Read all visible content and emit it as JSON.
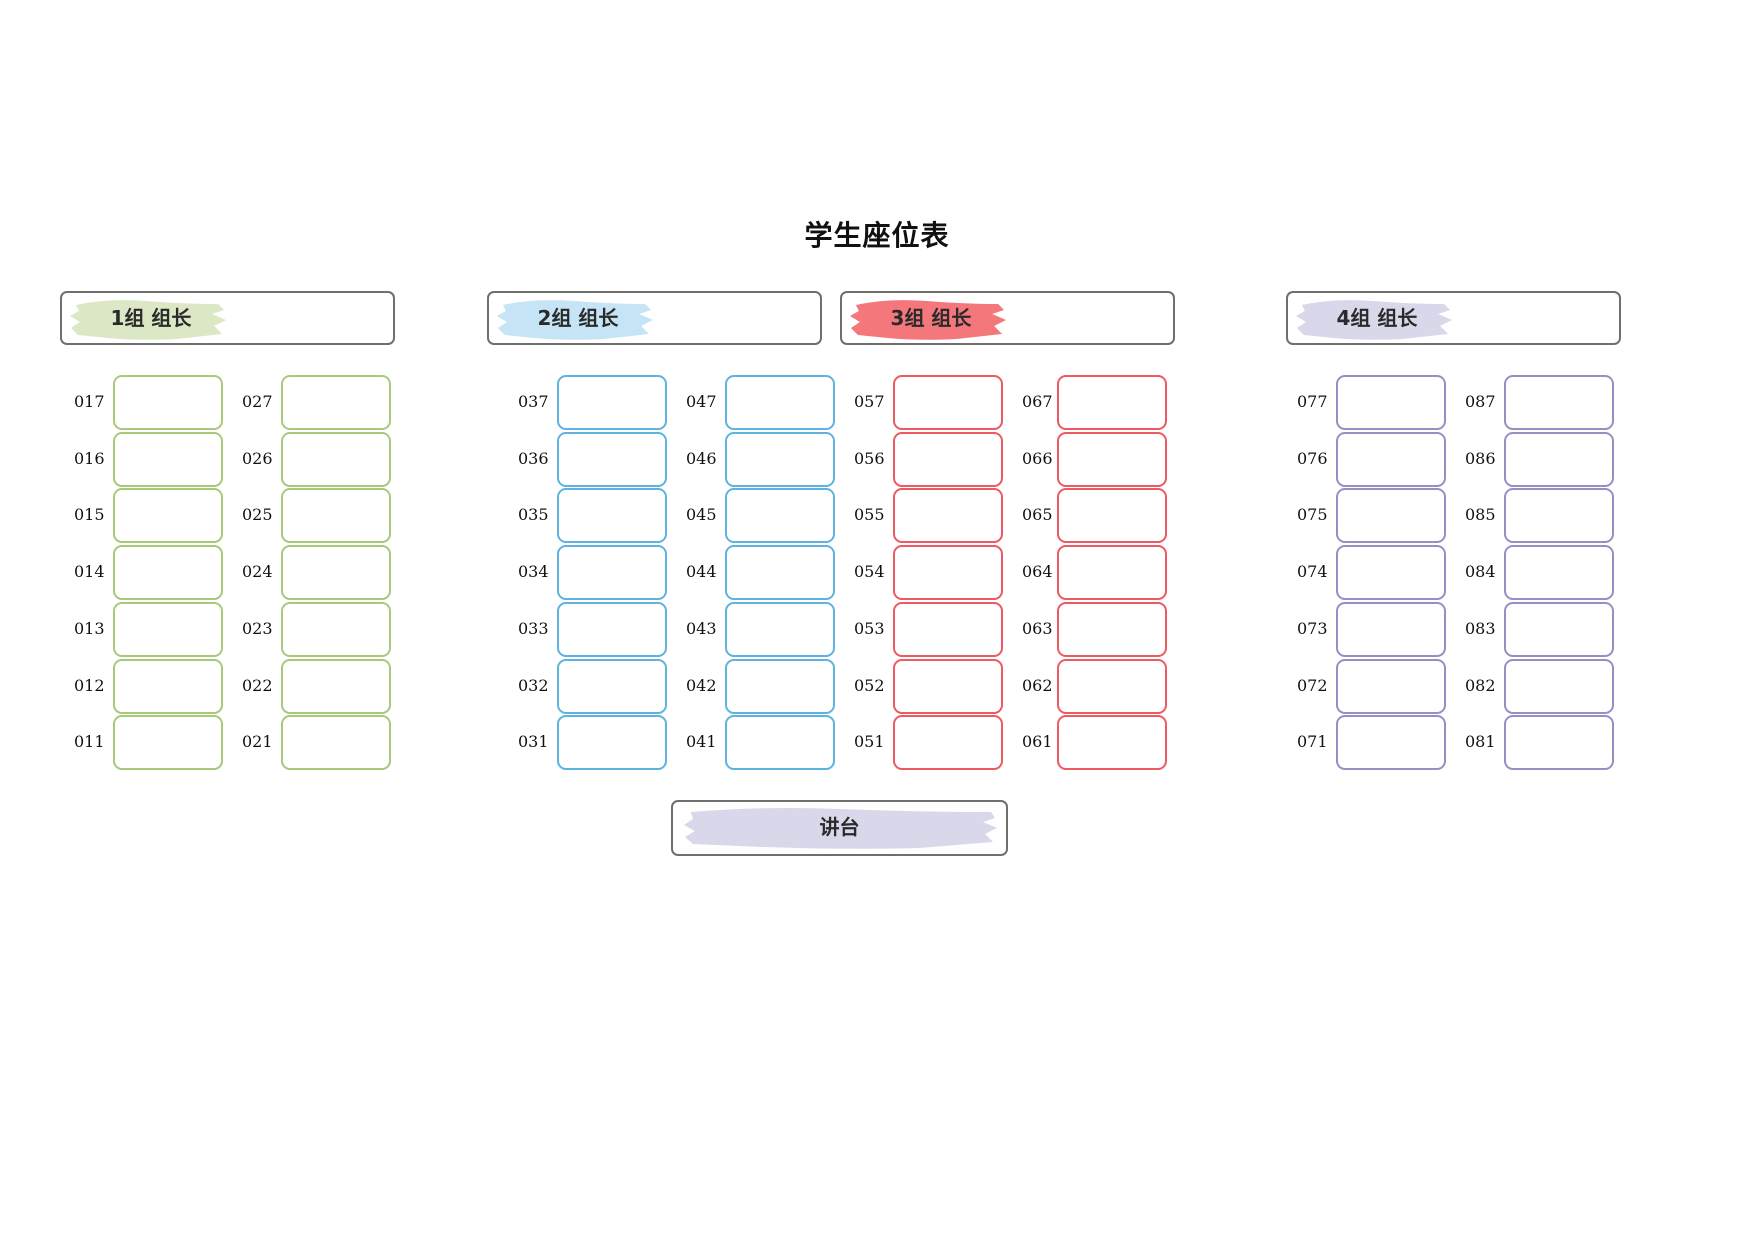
{
  "title": "学生座位表",
  "podium": {
    "label": "讲台",
    "color": "#d9d8ea"
  },
  "groups": [
    {
      "label": "1组 组长",
      "color": "#a8c97a",
      "brush_color": "#dce8c5",
      "columns": [
        {
          "seats": [
            "017",
            "016",
            "015",
            "014",
            "013",
            "012",
            "011"
          ]
        },
        {
          "seats": [
            "027",
            "026",
            "025",
            "024",
            "023",
            "022",
            "021"
          ]
        }
      ]
    },
    {
      "label": "2组 组长",
      "color": "#5fb3e0",
      "brush_color": "#c5e4f5",
      "columns": [
        {
          "seats": [
            "037",
            "036",
            "035",
            "034",
            "033",
            "032",
            "031"
          ]
        },
        {
          "seats": [
            "047",
            "046",
            "045",
            "044",
            "043",
            "042",
            "041"
          ]
        }
      ]
    },
    {
      "label": "3组 组长",
      "color": "#ee5a61",
      "brush_color": "#f4777c",
      "columns": [
        {
          "seats": [
            "057",
            "056",
            "055",
            "054",
            "053",
            "052",
            "051"
          ]
        },
        {
          "seats": [
            "067",
            "066",
            "065",
            "064",
            "063",
            "062",
            "061"
          ]
        }
      ]
    },
    {
      "label": "4组 组长",
      "color": "#9590c3",
      "brush_color": "#d9d8ea",
      "columns": [
        {
          "seats": [
            "077",
            "076",
            "075",
            "074",
            "073",
            "072",
            "071"
          ]
        },
        {
          "seats": [
            "087",
            "086",
            "085",
            "084",
            "083",
            "082",
            "081"
          ]
        }
      ]
    }
  ]
}
